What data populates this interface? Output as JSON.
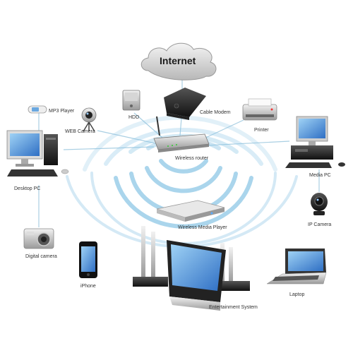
{
  "cloud": {
    "label": "Internet"
  },
  "devices": {
    "mp3_player": "MP3 Player",
    "web_camera": "WEB Camera",
    "hdd": "HDD",
    "cable_modem": "Cable Modem",
    "printer": "Printer",
    "desktop_pc": "Desktop PC",
    "wireless_router": "Wireless router",
    "media_pc": "Media PC",
    "wireless_media_player": "Wireless Media Player",
    "ip_camera": "IP Camera",
    "digital_camera": "Digital camera",
    "iphone": "iPhone",
    "laptop": "Laptop",
    "entertainment_system": "Entertainment System"
  },
  "colors": {
    "link": "#a9cfe3",
    "wave": "#8ec7e6",
    "screen": "#3a78c8"
  }
}
